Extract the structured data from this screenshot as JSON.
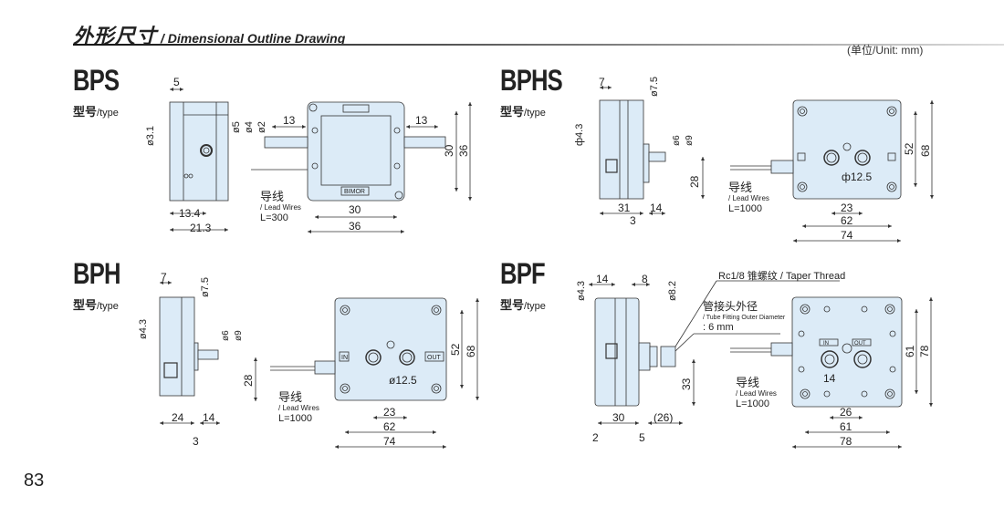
{
  "header": {
    "title_cn": "外形尺寸",
    "title_en": "/ Dimensional Outline Drawing",
    "unit": "(单位/Unit: mm)"
  },
  "page_number": "83",
  "colors": {
    "body_fill": "#dcebf7",
    "line": "#333333"
  },
  "type_label": {
    "cn": "型号",
    "en": "/type"
  },
  "lead_label": {
    "cn": "导线",
    "en": "/ Lead Wires"
  },
  "models": {
    "bps": {
      "name": "BPS",
      "lead_length": "L=300",
      "brand": "BIMOR",
      "dims": {
        "d5w": "5",
        "d31": "ø3.1",
        "d134": "13.4",
        "d213": "21.3",
        "o5": "ø5",
        "o4": "ø4",
        "o2": "ø2",
        "l13a": "13",
        "l13b": "13",
        "h30": "30",
        "h36": "36",
        "w30": "30",
        "w36": "36"
      }
    },
    "bphs": {
      "name": "BPHS",
      "lead_length": "L=1000",
      "dims": {
        "d7": "7",
        "o75": "ø7.5",
        "o43": "ф4.3",
        "o6": "ø6",
        "o9": "ø9",
        "h28": "28",
        "d31": "31",
        "d14": "14",
        "d3": "3",
        "o125": "ф12.5",
        "h52": "52",
        "h68": "68",
        "w23": "23",
        "w62": "62",
        "w74": "74"
      }
    },
    "bph": {
      "name": "BPH",
      "lead_length": "L=1000",
      "in_label": "IN",
      "out_label": "OUT",
      "dims": {
        "d7": "7",
        "o75": "ø7.5",
        "o43": "ø4.3",
        "o6": "ø6",
        "o9": "ø9",
        "h28": "28",
        "d24": "24",
        "d14": "14",
        "d3": "3",
        "o125": "ø12.5",
        "h52": "52",
        "h68": "68",
        "w23": "23",
        "w62": "62",
        "w74": "74"
      }
    },
    "bpf": {
      "name": "BPF",
      "lead_length": "L=1000",
      "in_label": "IN",
      "out_label": "OUT",
      "thread_note": "Rc1/8  锥螺纹 / Taper Thread",
      "fitting_cn": "管接头外径",
      "fitting_en": "/ Tube Fitting Outer Diameter",
      "fitting_val": ": 6 mm",
      "dims": {
        "o43": "ø4.3",
        "d14": "14",
        "d8": "8",
        "o82": "ø8.2",
        "h33": "33",
        "d30": "30",
        "d26": "(26)",
        "d2": "2",
        "d5": "5",
        "d14b": "14",
        "h61": "61",
        "h78": "78",
        "w26": "26",
        "w61": "61",
        "w78": "78"
      }
    }
  }
}
